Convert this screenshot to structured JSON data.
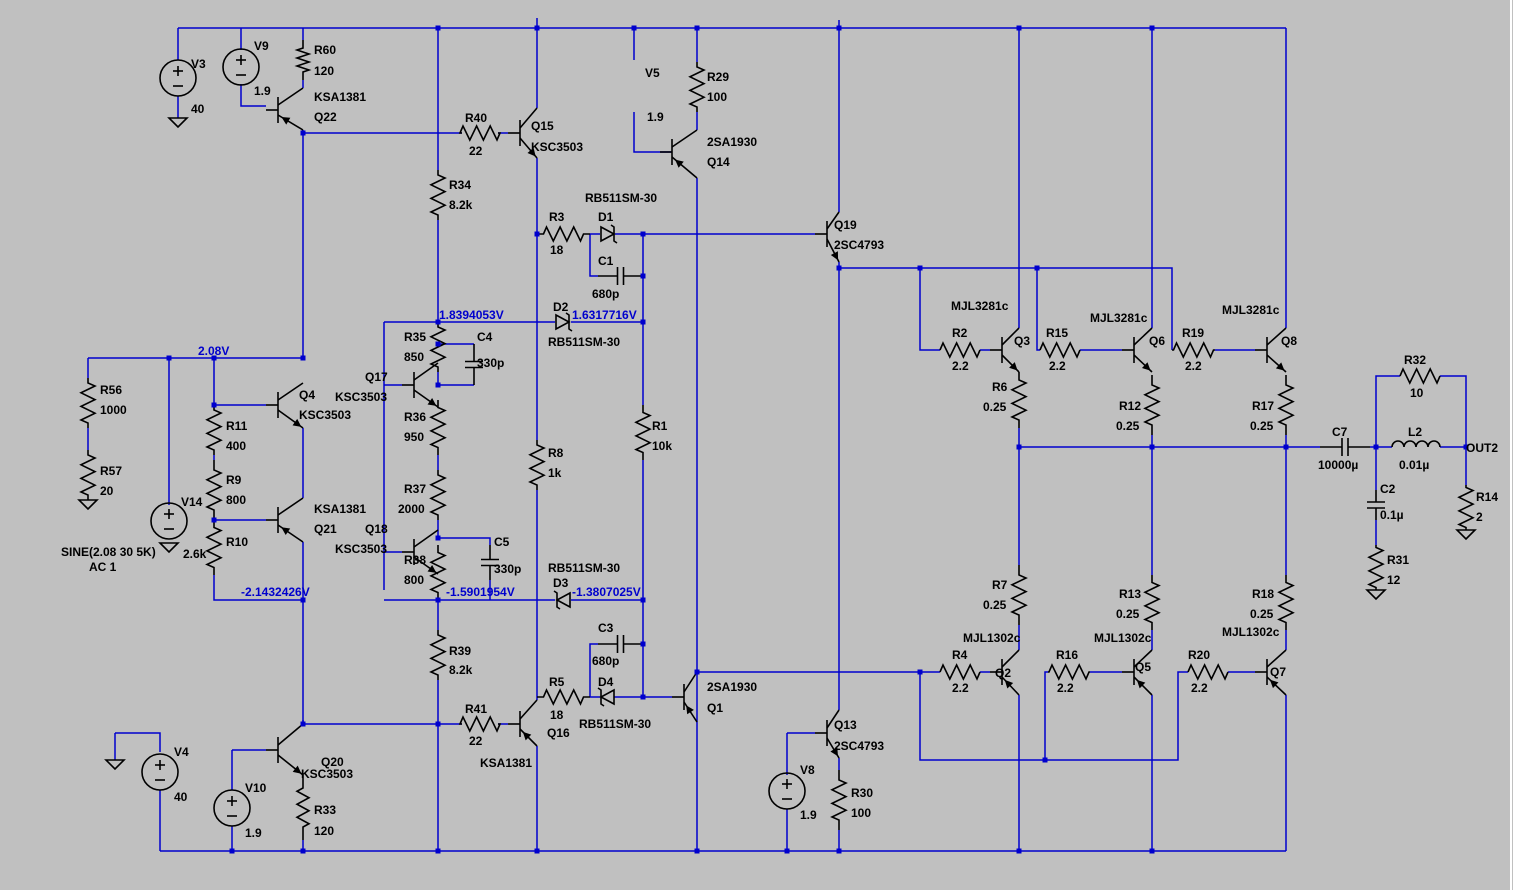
{
  "labels": {
    "V3": "V3",
    "V3_val": "40",
    "V9": "V9",
    "V9_val": "1.9",
    "R60": "R60",
    "R60_val": "120",
    "Q22": "Q22",
    "Q22_part": "KSA1381",
    "R40": "R40",
    "R40_val": "22",
    "Q15": "Q15",
    "Q15_part": "KSC3503",
    "V5": "V5",
    "V5_val": "1.9",
    "R29": "R29",
    "R29_val": "100",
    "Q14": "Q14",
    "Q14_part": "2SA1930",
    "R34": "R34",
    "R34_val": "8.2k",
    "R3": "R3",
    "R3_val": "18",
    "D1": "D1",
    "D1_part": "RB511SM-30",
    "C1": "C1",
    "C1_val": "680p",
    "Q19": "Q19",
    "Q19_part": "2SC4793",
    "D2": "D2",
    "D2_part": "RB511SM-30",
    "R35": "R35",
    "R35_val": "850",
    "C4": "C4",
    "C4_val": "330p",
    "Q17": "Q17",
    "Q17_part": "KSC3503",
    "R36": "R36",
    "R36_val": "950",
    "R37": "R37",
    "R37_val": "2000",
    "Q18": "Q18",
    "Q18_part": "KSC3503",
    "R38": "R38",
    "R38_val": "800",
    "C5": "C5",
    "C5_val": "330p",
    "R39": "R39",
    "R39_val": "8.2k",
    "R41": "R41",
    "R41_val": "22",
    "Q16": "Q16",
    "Q16_part": "KSA1381",
    "R5": "R5",
    "R5_val": "18",
    "D4": "D4",
    "D4_part": "RB511SM-30",
    "C3": "C3",
    "C3_val": "680p",
    "D3": "D3",
    "D3_part": "RB511SM-30",
    "R8": "R8",
    "R8_val": "1k",
    "R1": "R1",
    "R1_val": "10k",
    "Q1": "Q1",
    "Q1_part": "2SA1930",
    "Q13": "Q13",
    "Q13_part": "2SC4793",
    "V8": "V8",
    "V8_val": "1.9",
    "R30": "R30",
    "R30_val": "100",
    "R56": "R56",
    "R56_val": "1000",
    "R57": "R57",
    "R57_val": "20",
    "V14": "V14",
    "V14_sine": "SINE(2.08 30 5K)",
    "V14_ac": "AC 1",
    "R11": "R11",
    "R11_val": "400",
    "R9": "R9",
    "R9_val": "800",
    "R10": "R10",
    "R10_val": "2.6k",
    "Q4": "Q4",
    "Q4_part": "KSC3503",
    "Q21": "Q21",
    "Q21_part": "KSA1381",
    "Q20": "Q20",
    "Q20_part": "KSC3503",
    "V4": "V4",
    "V4_val": "40",
    "V10": "V10",
    "V10_val": "1.9",
    "R33": "R33",
    "R33_val": "120",
    "Q3": "Q3",
    "Q3_part": "MJL3281c",
    "Q6": "Q6",
    "Q6_part": "MJL3281c",
    "Q8": "Q8",
    "Q8_part": "MJL3281c",
    "R2": "R2",
    "R2_val": "2.2",
    "R15": "R15",
    "R15_val": "2.2",
    "R19": "R19",
    "R19_val": "2.2",
    "R6": "R6",
    "R6_val": "0.25",
    "R12": "R12",
    "R12_val": "0.25",
    "R17": "R17",
    "R17_val": "0.25",
    "R7": "R7",
    "R7_val": "0.25",
    "R13": "R13",
    "R13_val": "0.25",
    "R18": "R18",
    "R18_val": "0.25",
    "Q2": "Q2",
    "Q2_part": "MJL1302c",
    "Q5": "Q5",
    "Q5_part": "MJL1302c",
    "Q7": "Q7",
    "Q7_part": "MJL1302c",
    "R4": "R4",
    "R4_val": "2.2",
    "R16": "R16",
    "R16_val": "2.2",
    "R20": "R20",
    "R20_val": "2.2",
    "C7": "C7",
    "C7_val": "10000µ",
    "L2": "L2",
    "L2_val": "0.01µ",
    "R32": "R32",
    "R32_val": "10",
    "OUT2": "OUT2",
    "R14": "R14",
    "R14_val": "2",
    "C2": "C2",
    "C2_val": "0.1µ",
    "R31": "R31",
    "R31_val": "12"
  },
  "voltages": {
    "n_208": "2.08V",
    "n_18394": "1.8394053V",
    "n_16317": "1.6317716V",
    "n_m214": "-2.1432426V",
    "n_m159": "-1.5901954V",
    "n_m138": "-1.3807025V"
  },
  "colors": {
    "background": "#c0c0c0",
    "wire": "#0000cd",
    "component": "#000000"
  }
}
